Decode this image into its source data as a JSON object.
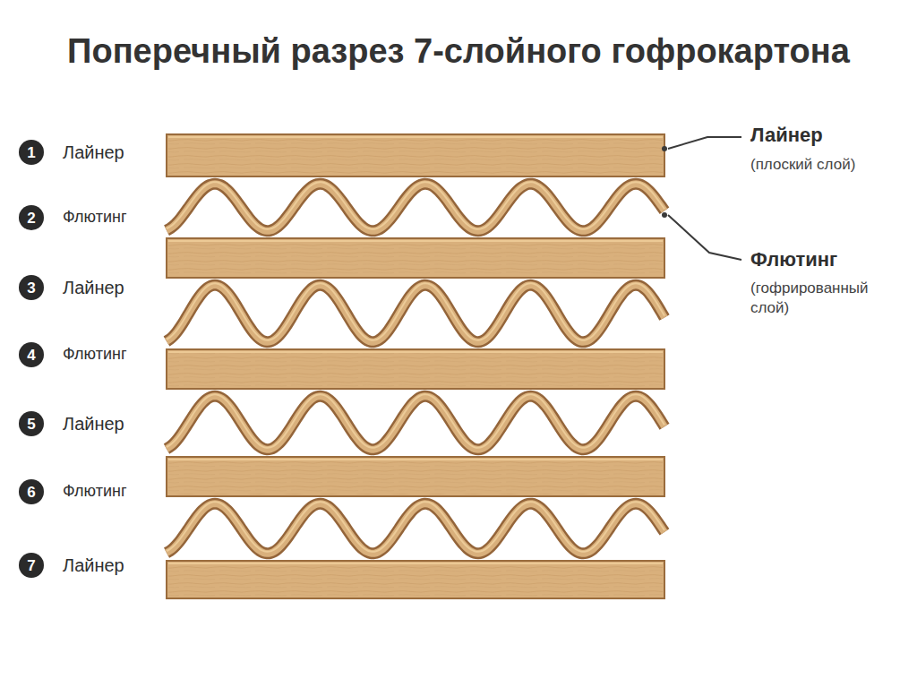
{
  "diagram": {
    "title": "Поперечный разрез 7-слойного гофрокартона",
    "nodes": [
      {
        "text": [
          "1"
        ]
      },
      {
        "text": [
          "2"
        ]
      },
      {
        "text": [
          "3"
        ]
      },
      {
        "text": [
          "4"
        ]
      },
      {
        "text": [
          "5"
        ]
      },
      {
        "text": [
          "6"
        ]
      },
      {
        "text": [
          "7"
        ]
      }
    ],
    "labels": [
      "Лайнер",
      "Флютинг",
      "Лайнер",
      "Флютинг",
      "Лайнер",
      "Флютинг",
      "Лайнер",
      "Лайнер",
      "(плоский слой)",
      "Флютинг",
      "(гофрированный слой)"
    ]
  }
}
